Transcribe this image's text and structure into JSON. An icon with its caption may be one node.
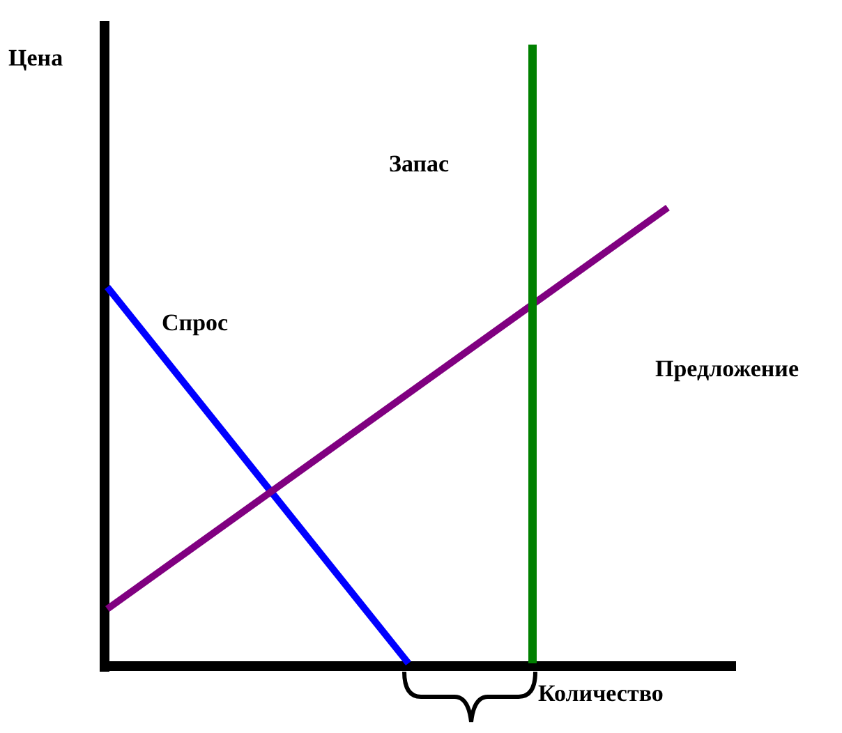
{
  "diagram": {
    "labels": [
      "Цена",
      "Запас",
      "Спрос",
      "Предложение",
      "Количество"
    ]
  }
}
